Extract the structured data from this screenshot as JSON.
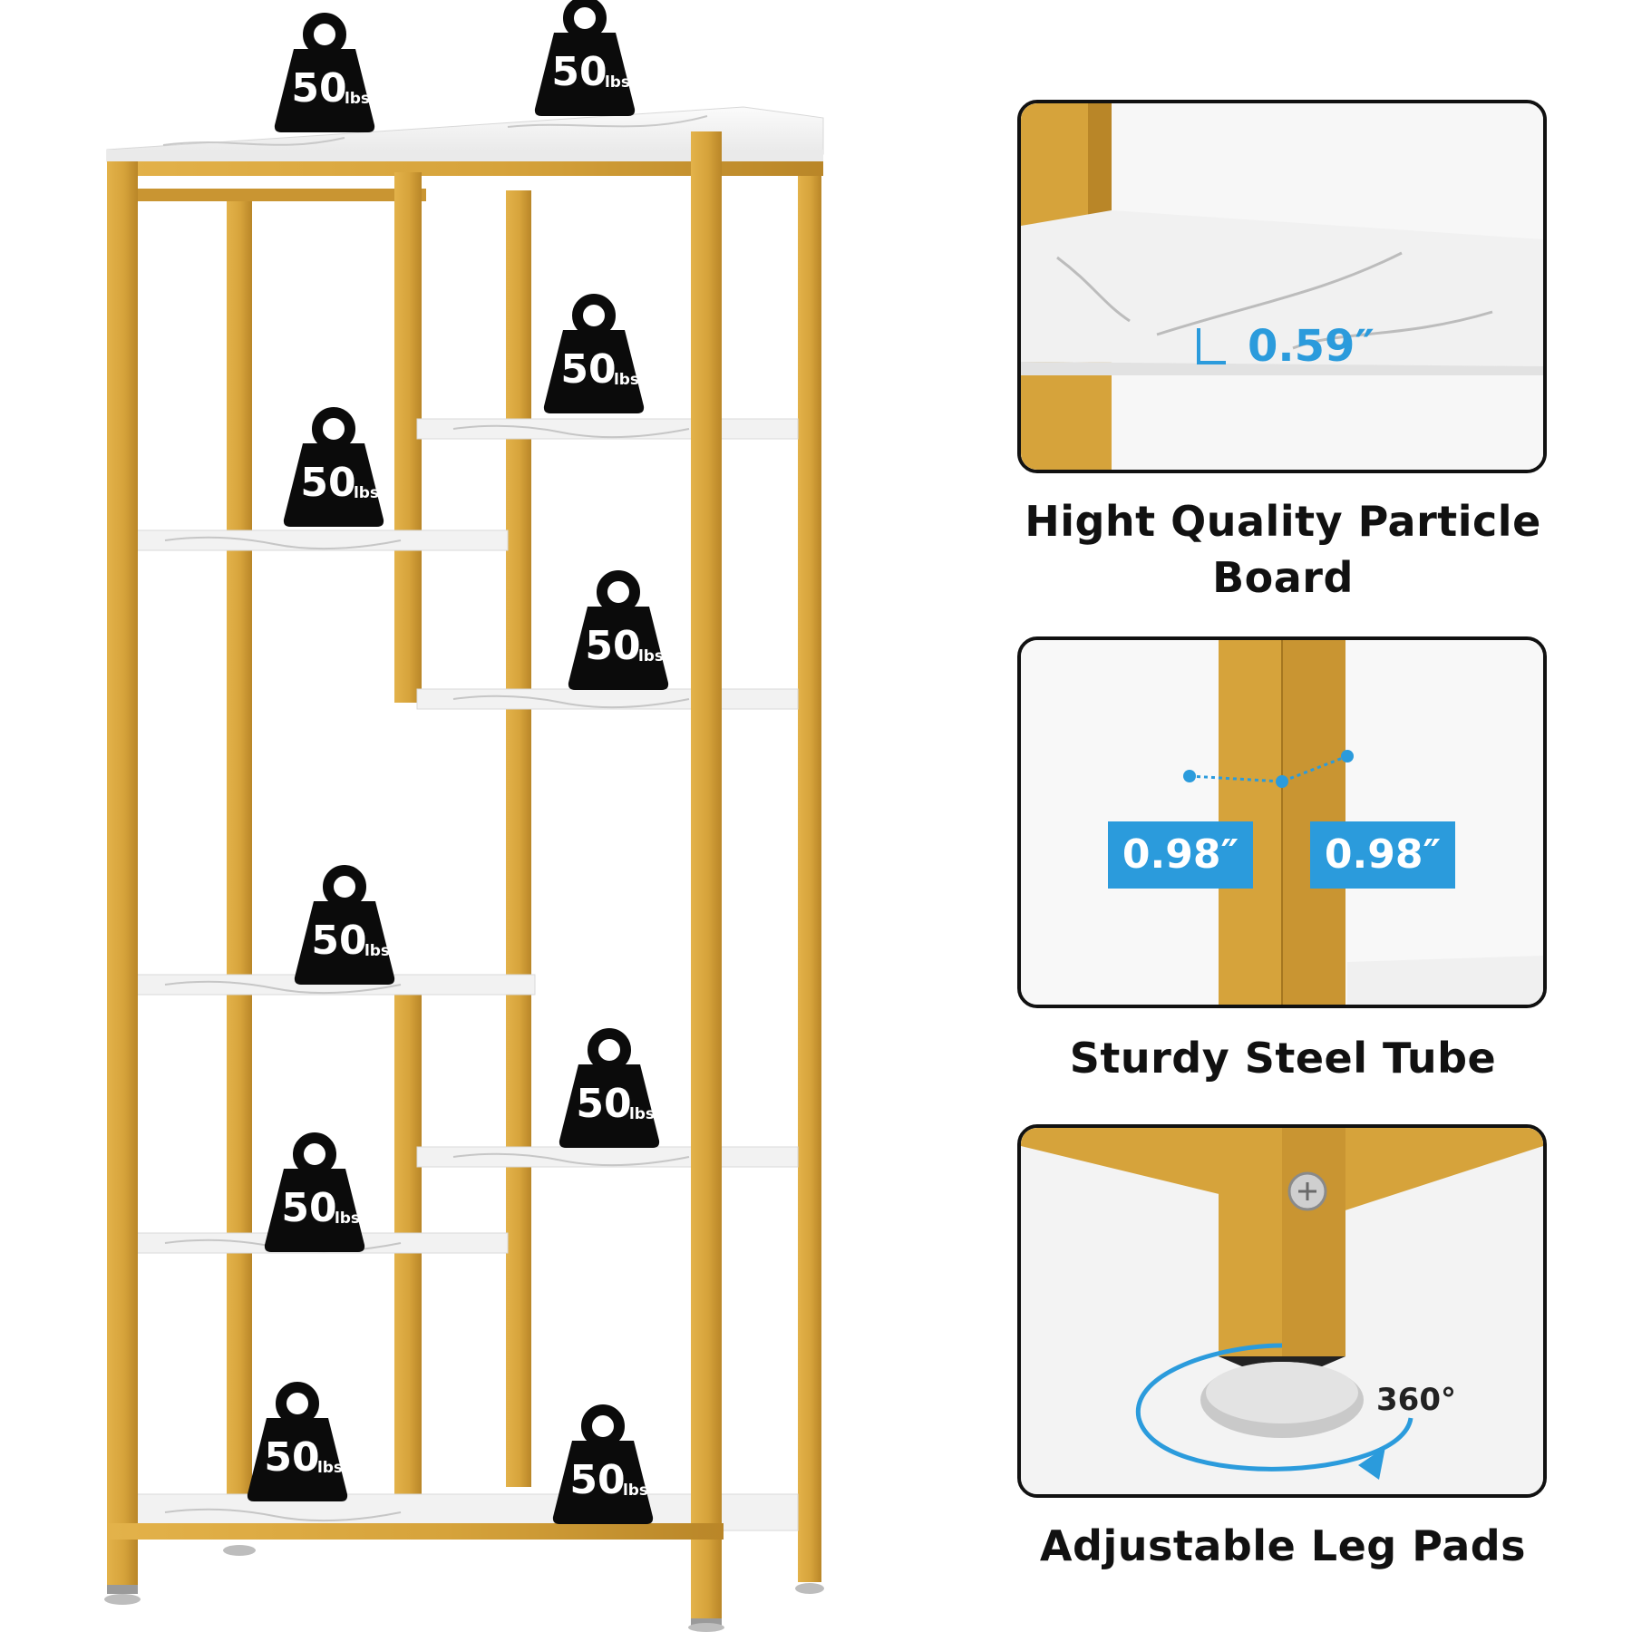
{
  "colors": {
    "frame_gold": "#d6a33b",
    "frame_gold_shade": "#b98628",
    "marble": "#f4f4f4",
    "weight_black": "#0b0b0b",
    "dimension_blue": "#2b9bdc"
  },
  "weights": [
    {
      "value": "50",
      "unit": "lbs"
    },
    {
      "value": "50",
      "unit": "lbs"
    },
    {
      "value": "50",
      "unit": "lbs"
    },
    {
      "value": "50",
      "unit": "lbs"
    },
    {
      "value": "50",
      "unit": "lbs"
    },
    {
      "value": "50",
      "unit": "lbs"
    },
    {
      "value": "50",
      "unit": "lbs"
    },
    {
      "value": "50",
      "unit": "lbs"
    },
    {
      "value": "50",
      "unit": "lbs"
    },
    {
      "value": "50",
      "unit": "lbs"
    }
  ],
  "features": [
    {
      "caption_line1": "Hight Quality Particle",
      "caption_line2": "Board",
      "dimension": "0.59″"
    },
    {
      "caption_line1": "Sturdy Steel Tube",
      "dimension_a": "0.98″",
      "dimension_b": "0.98″"
    },
    {
      "caption_line1": "Adjustable Leg Pads",
      "rotation": "360°"
    }
  ]
}
